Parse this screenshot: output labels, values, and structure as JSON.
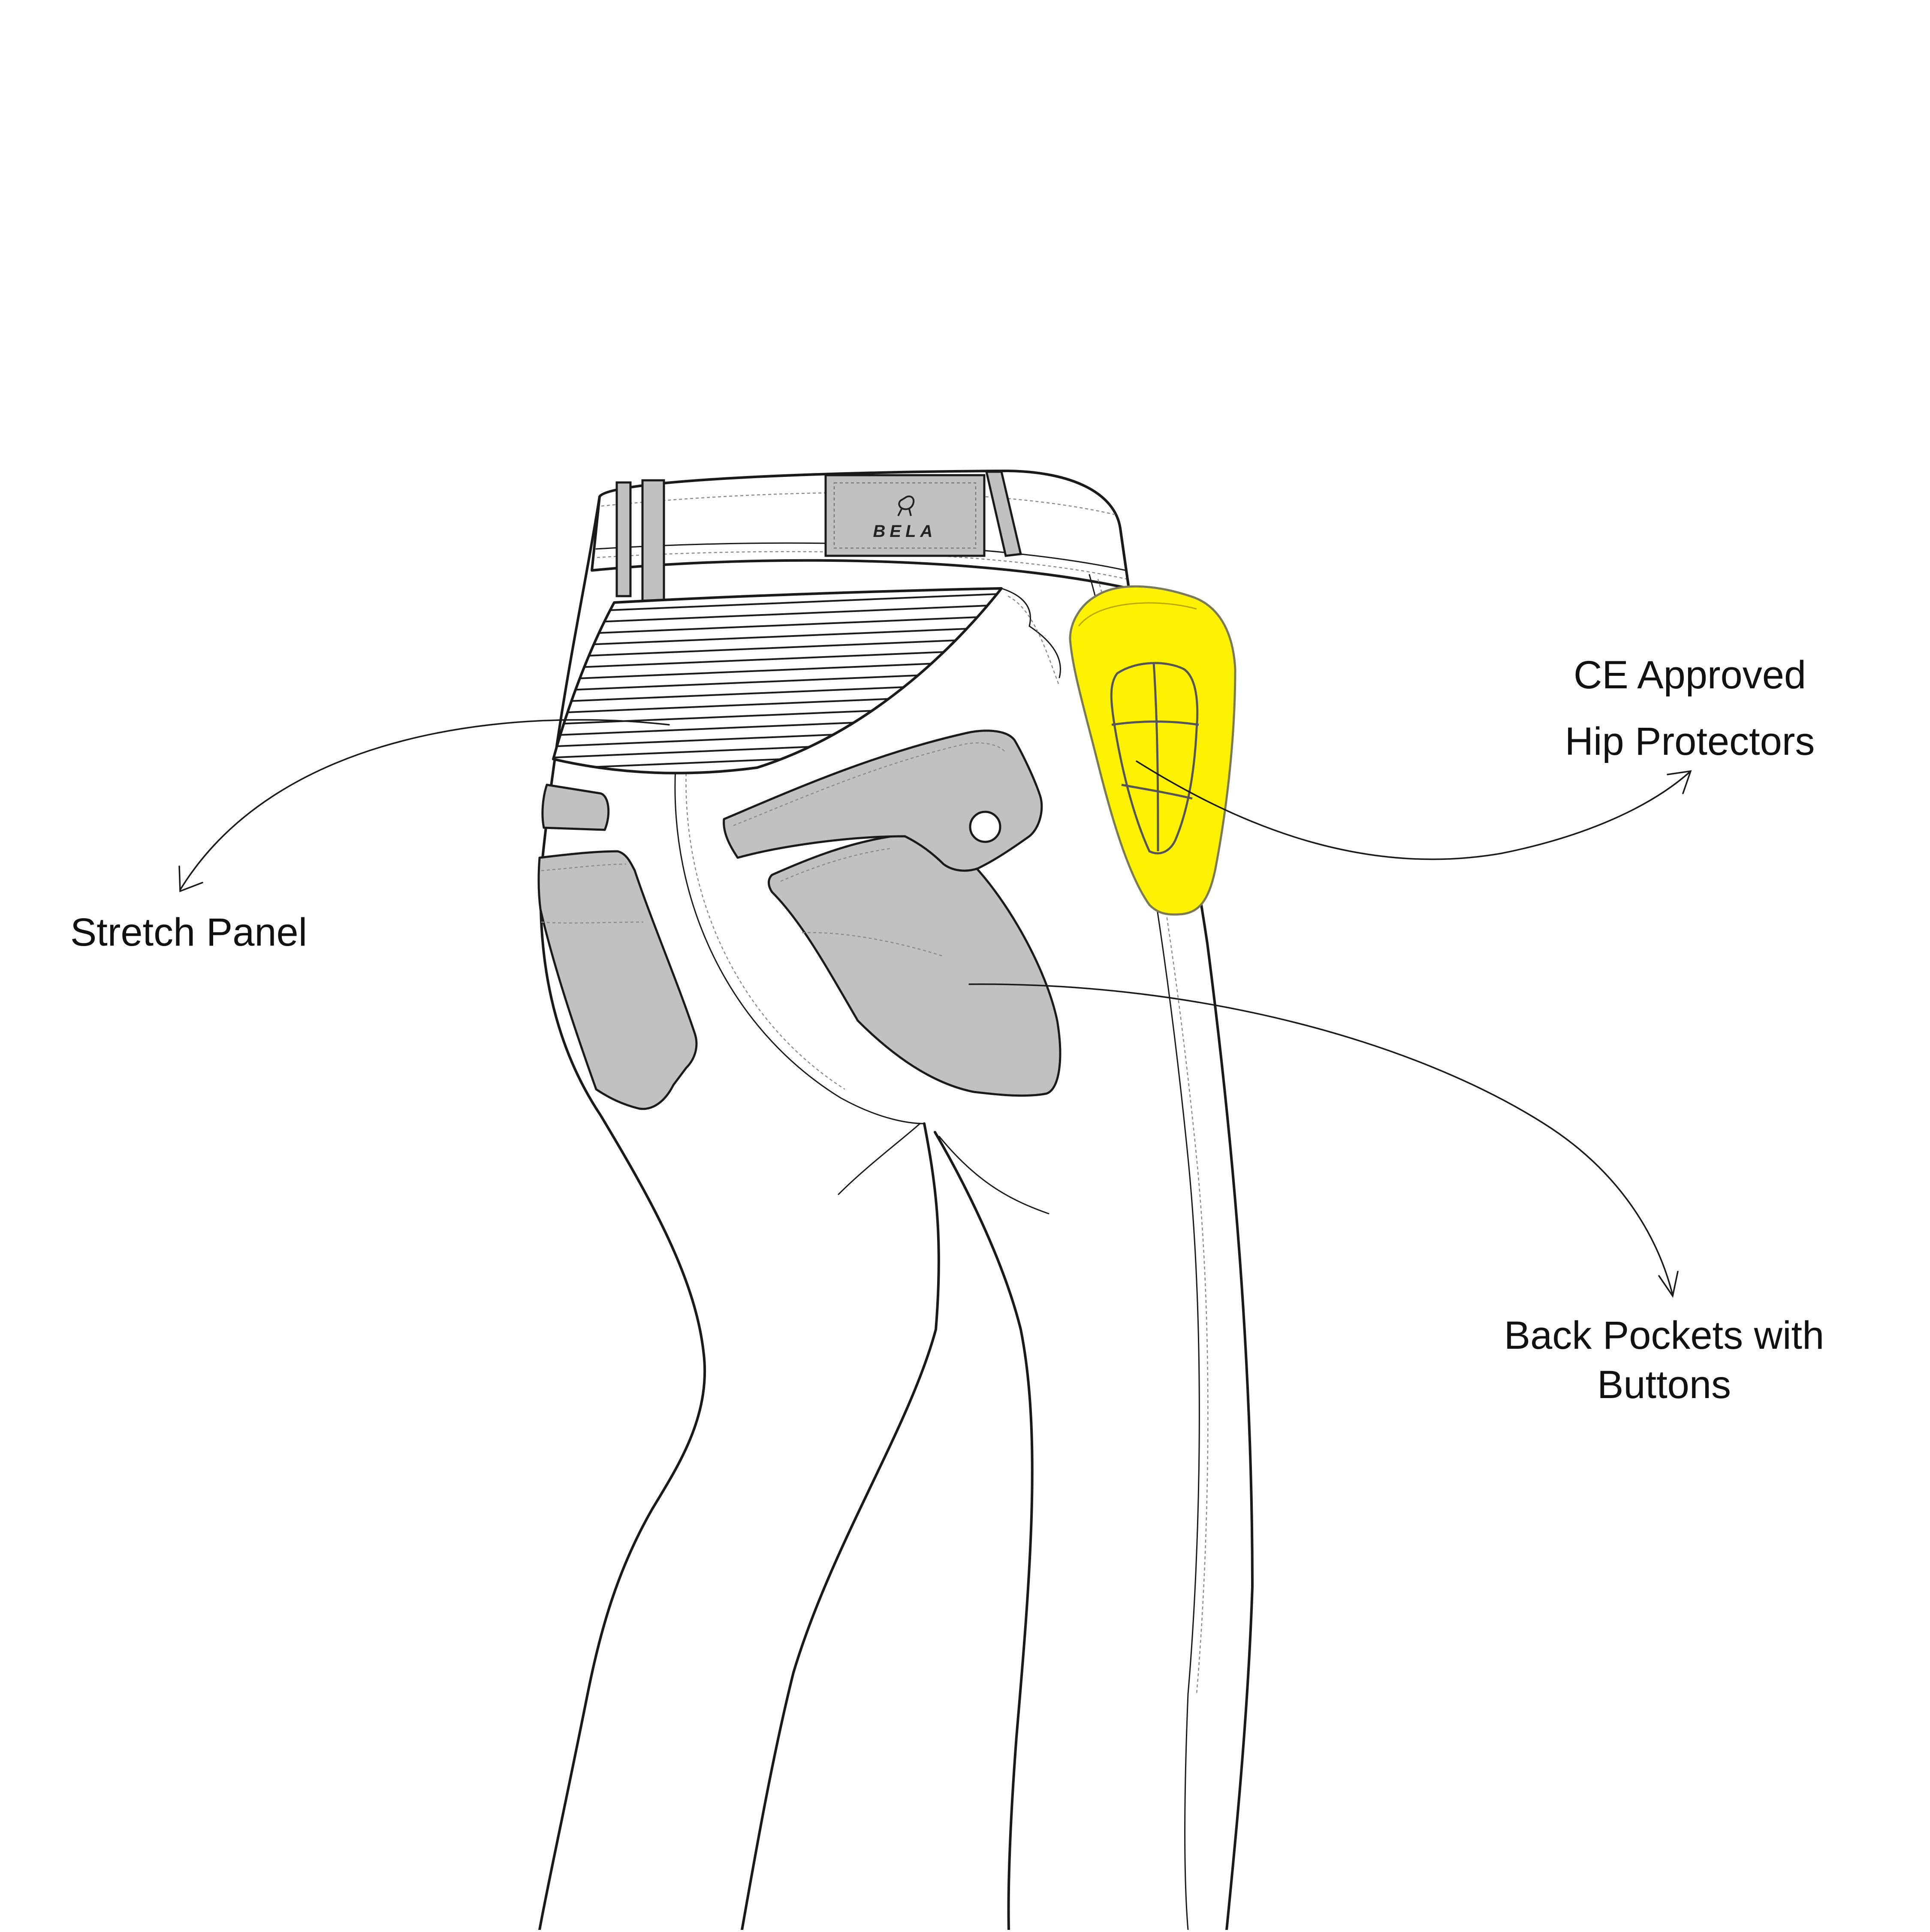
{
  "brand": {
    "label_text": "BELA"
  },
  "callouts": {
    "stretch_panel": "Stretch Panel",
    "hip_protectors_line1": "CE Approved",
    "hip_protectors_line2": "Hip Protectors",
    "back_pockets_line1": "Back Pockets with",
    "back_pockets_line2": "Buttons"
  },
  "colors": {
    "background": "#ffffff",
    "outline": "#1a1a1a",
    "panel_grey": "#c0c1c3",
    "protector_yellow": "#fff200",
    "protector_stroke": "#7a7a55"
  }
}
